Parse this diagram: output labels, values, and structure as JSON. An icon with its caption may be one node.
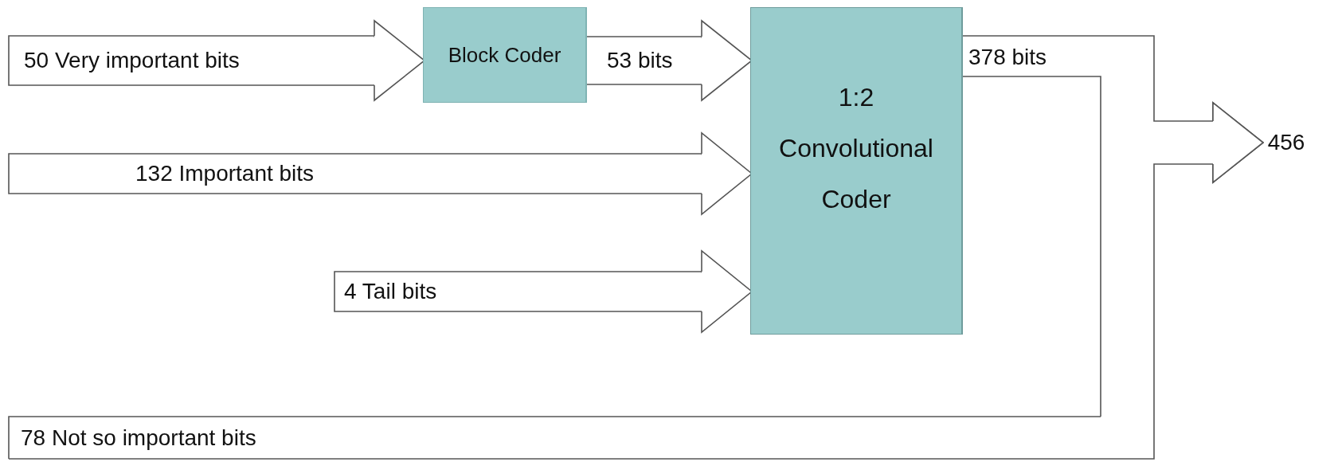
{
  "diagram": {
    "nodes": [
      {
        "text": [
          "Block Coder"
        ]
      },
      {
        "text": [
          "1:2 Convolutional Coder"
        ]
      },
      {
        "text": [
          "456"
        ]
      }
    ],
    "edges": [
      {
        "from": null,
        "to": 0,
        "arrow": "to",
        "label": "50 Very important bits"
      },
      {
        "from": 0,
        "to": 1,
        "arrow": "to",
        "label": "53 bits"
      },
      {
        "from": null,
        "to": 1,
        "arrow": "to",
        "label": "132 Important bits"
      },
      {
        "from": null,
        "to": 1,
        "arrow": "to",
        "label": "4 Tail bits"
      },
      {
        "from": 1,
        "to": 2,
        "arrow": "to",
        "label": "378 bits"
      },
      {
        "from": null,
        "to": 2,
        "arrow": "to",
        "label": "78 Not so important bits"
      }
    ]
  }
}
